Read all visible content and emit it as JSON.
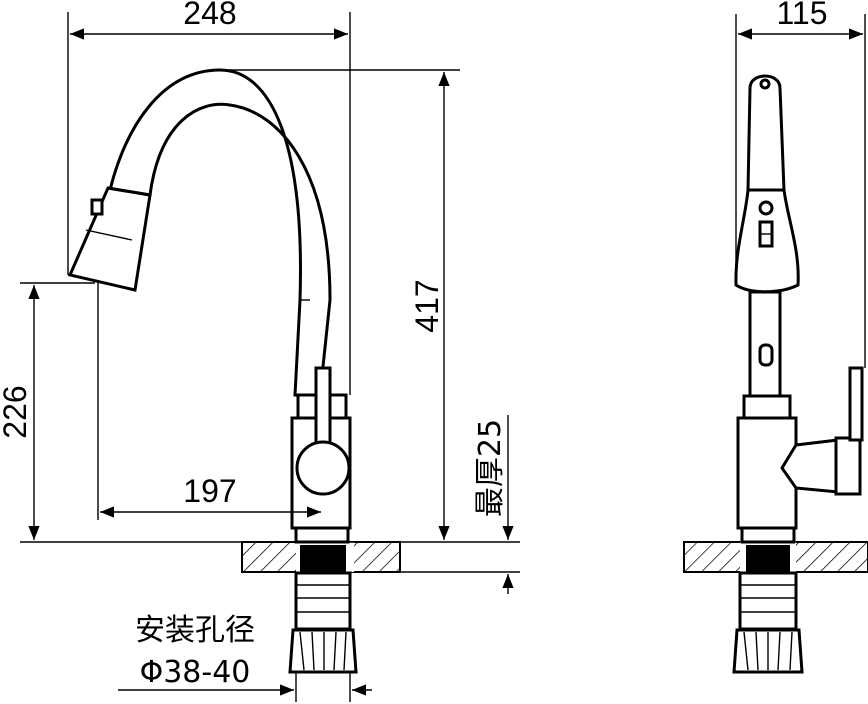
{
  "dimensions": {
    "overall_width": "248",
    "overall_height": "417",
    "spout_height": "226",
    "spout_reach": "197",
    "side_width": "115",
    "max_thickness": "最厚25"
  },
  "notes": {
    "hole_label": "安装孔径",
    "hole_size": "Φ38-40"
  }
}
